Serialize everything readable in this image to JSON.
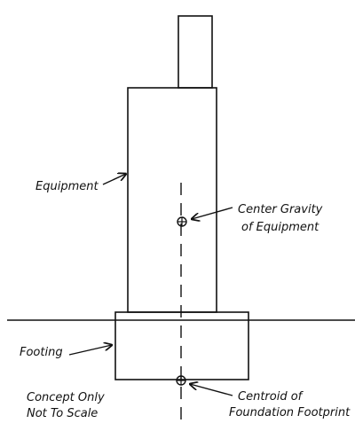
{
  "labels": {
    "equipment": "Equipment",
    "center_gravity_line1": "Center Gravity",
    "center_gravity_line2": "of Equipment",
    "footing": "Footing",
    "centroid_line1": "Centroid of",
    "centroid_line2": "Foundation Footprint",
    "note_line1": "Concept Only",
    "note_line2": "Not To Scale"
  },
  "colors": {
    "ink": "#111111",
    "background": "#ffffff"
  }
}
